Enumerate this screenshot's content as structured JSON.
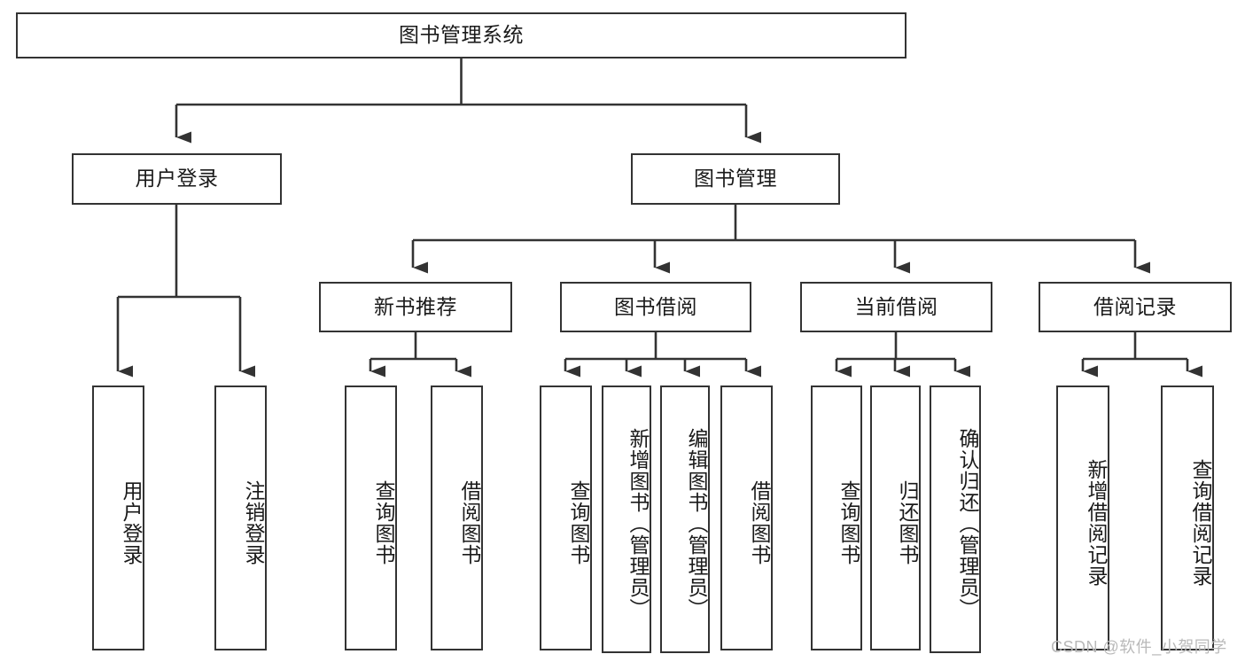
{
  "diagram": {
    "type": "tree-hierarchy-chart",
    "title": "图书管理系统",
    "levels": {
      "root": {
        "label": "图书管理系统"
      },
      "level2": [
        {
          "id": "user-login",
          "label": "用户登录"
        },
        {
          "id": "book-management",
          "label": "图书管理"
        }
      ],
      "level3": [
        {
          "id": "new-book-recommend",
          "label": "新书推荐",
          "parent": "book-management"
        },
        {
          "id": "book-borrow",
          "label": "图书借阅",
          "parent": "book-management"
        },
        {
          "id": "current-borrow",
          "label": "当前借阅",
          "parent": "book-management"
        },
        {
          "id": "borrow-record",
          "label": "借阅记录",
          "parent": "book-management"
        }
      ],
      "leaves": [
        {
          "id": "leaf-user-login",
          "label": "用户登录",
          "parent": "user-login"
        },
        {
          "id": "leaf-logout",
          "label": "注销登录",
          "parent": "user-login"
        },
        {
          "id": "leaf-query-book-1",
          "label": "查询图书",
          "parent": "new-book-recommend"
        },
        {
          "id": "leaf-borrow-book-1",
          "label": "借阅图书",
          "parent": "new-book-recommend"
        },
        {
          "id": "leaf-query-book-2",
          "label": "查询图书",
          "parent": "book-borrow"
        },
        {
          "id": "leaf-add-book",
          "label": "新增图书（管理员）",
          "parent": "book-borrow"
        },
        {
          "id": "leaf-edit-book",
          "label": "编辑图书（管理员）",
          "parent": "book-borrow"
        },
        {
          "id": "leaf-borrow-book-2",
          "label": "借阅图书",
          "parent": "book-borrow"
        },
        {
          "id": "leaf-query-book-3",
          "label": "查询图书",
          "parent": "current-borrow"
        },
        {
          "id": "leaf-return-book",
          "label": "归还图书",
          "parent": "current-borrow"
        },
        {
          "id": "leaf-confirm-return",
          "label": "确认归还（管理员）",
          "parent": "current-borrow"
        },
        {
          "id": "leaf-add-record",
          "label": "新增借阅记录",
          "parent": "borrow-record"
        },
        {
          "id": "leaf-query-record",
          "label": "查询借阅记录",
          "parent": "borrow-record"
        }
      ]
    },
    "colors": {
      "stroke": "#333333",
      "fill": "#ffffff",
      "text": "#1a1a1a",
      "watermark": "#b9b9b9"
    }
  },
  "watermark": {
    "text": "CSDN @软件_小贺同学"
  }
}
